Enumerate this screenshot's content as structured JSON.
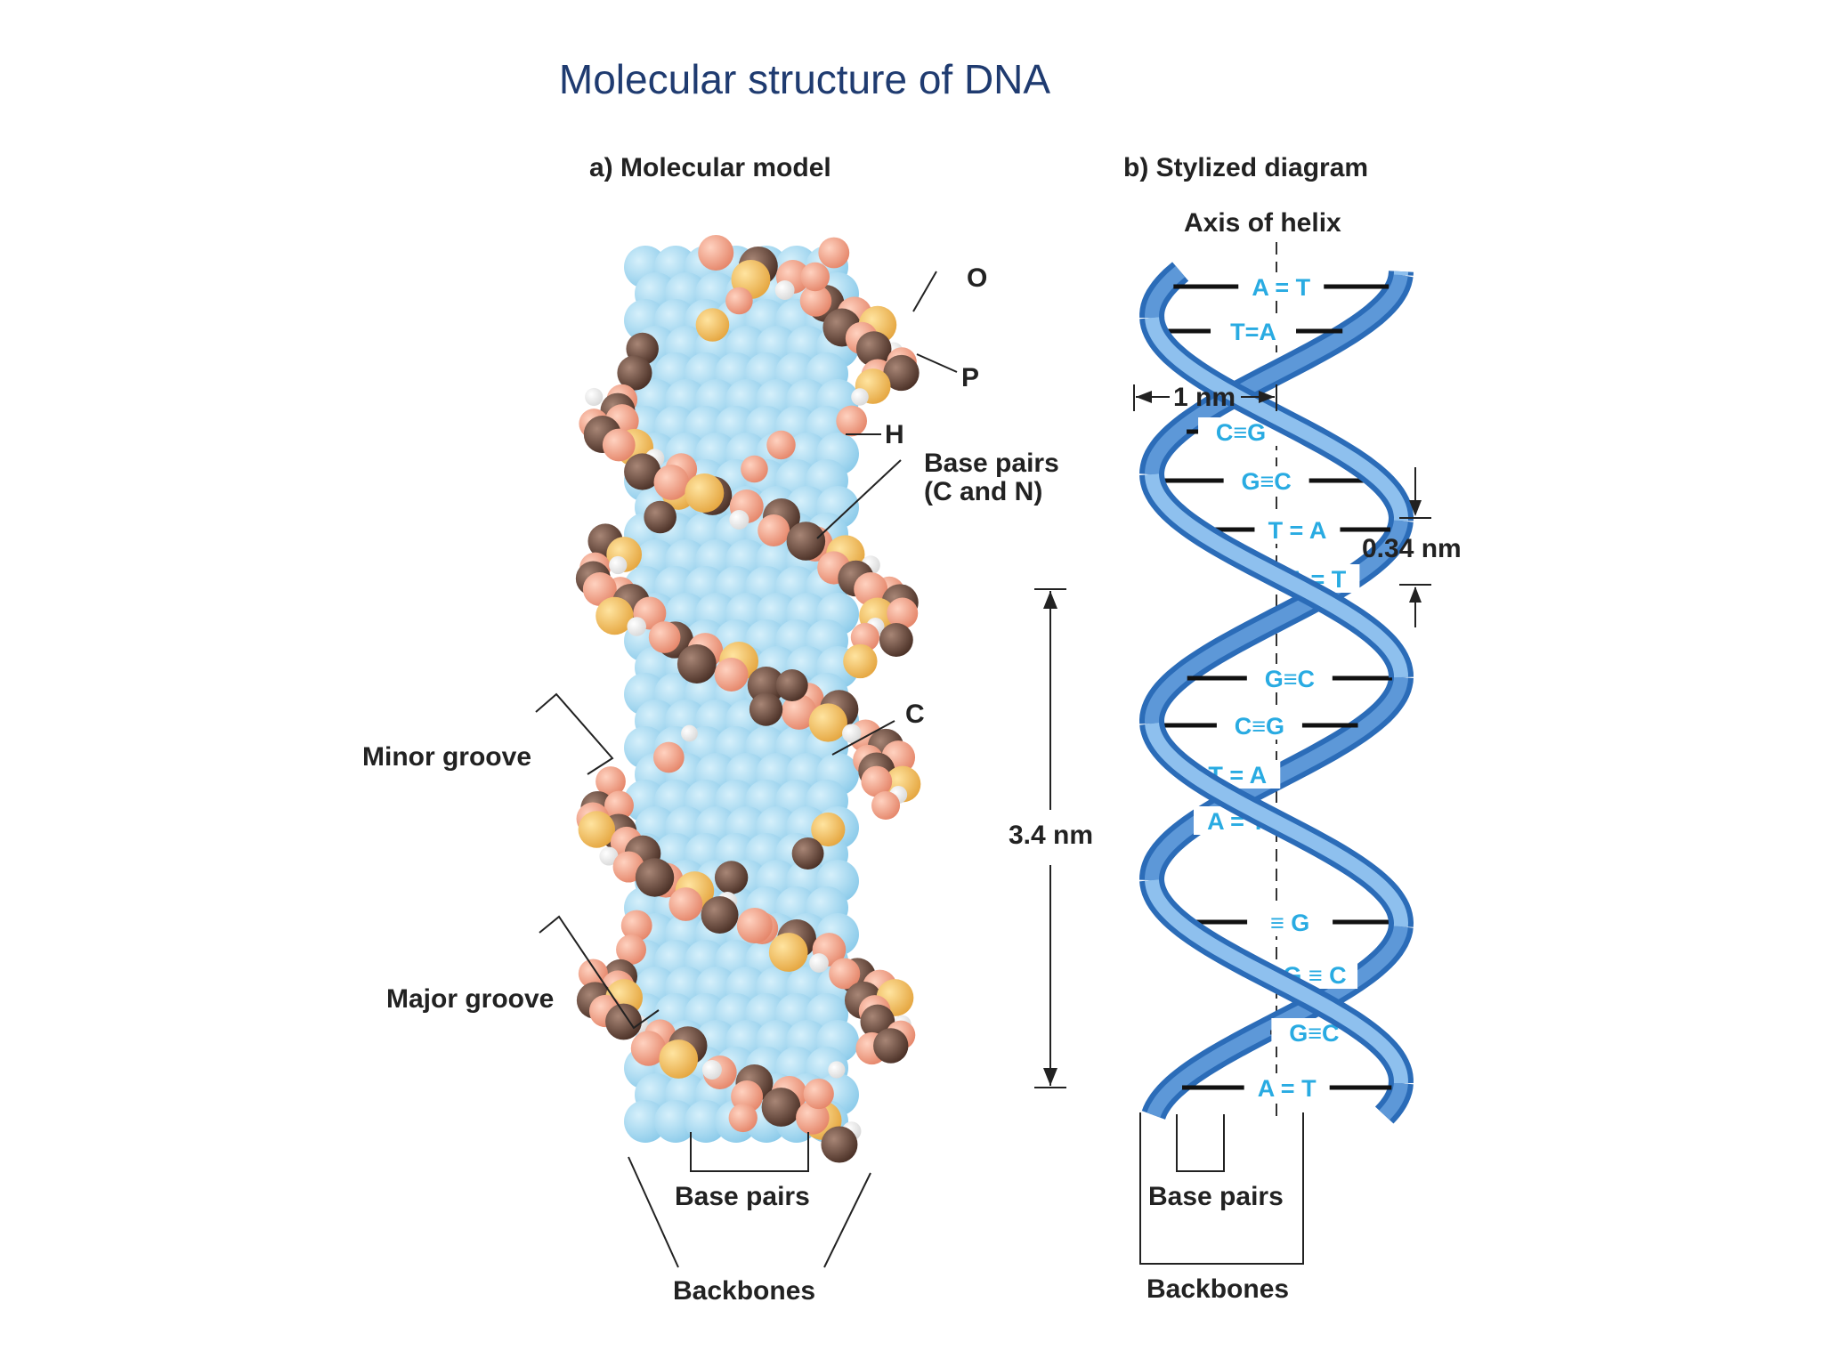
{
  "title": "Molecular structure of DNA",
  "panel_a": {
    "heading": "a)  Molecular model",
    "atom_labels": [
      "O",
      "P",
      "H",
      "C"
    ],
    "base_pairs_label_line1": "Base pairs",
    "base_pairs_label_line2": "(C and N)",
    "minor_groove": "Minor groove",
    "major_groove": "Major groove",
    "dimension": "3.4 nm",
    "base_pairs": "Base pairs",
    "backbones": "Backbones"
  },
  "panel_b": {
    "heading": "b)  Stylized diagram",
    "axis": "Axis of helix",
    "width_dim": "1 nm",
    "rise_dim": "0.34 nm",
    "pairs": [
      "A = T",
      "T=A",
      "C≡G",
      "G≡C",
      "T = A",
      "A = T",
      "G≡C",
      "C≡G",
      "T = A",
      "A = T",
      "≡ G",
      "G ≡ C",
      "G≡C",
      "A = T"
    ],
    "base_pairs": "Base pairs",
    "backbones": "Backbones"
  },
  "colors": {
    "title": "#1f3b70",
    "base_blue": "#a8d8f0",
    "oxygen": "#f0a082",
    "phosphorus": "#f2c063",
    "carbon": "#6b4c3b",
    "hydrogen": "#ffffff",
    "ribbon": "#4a90d9",
    "pair_text": "#29abe2"
  }
}
